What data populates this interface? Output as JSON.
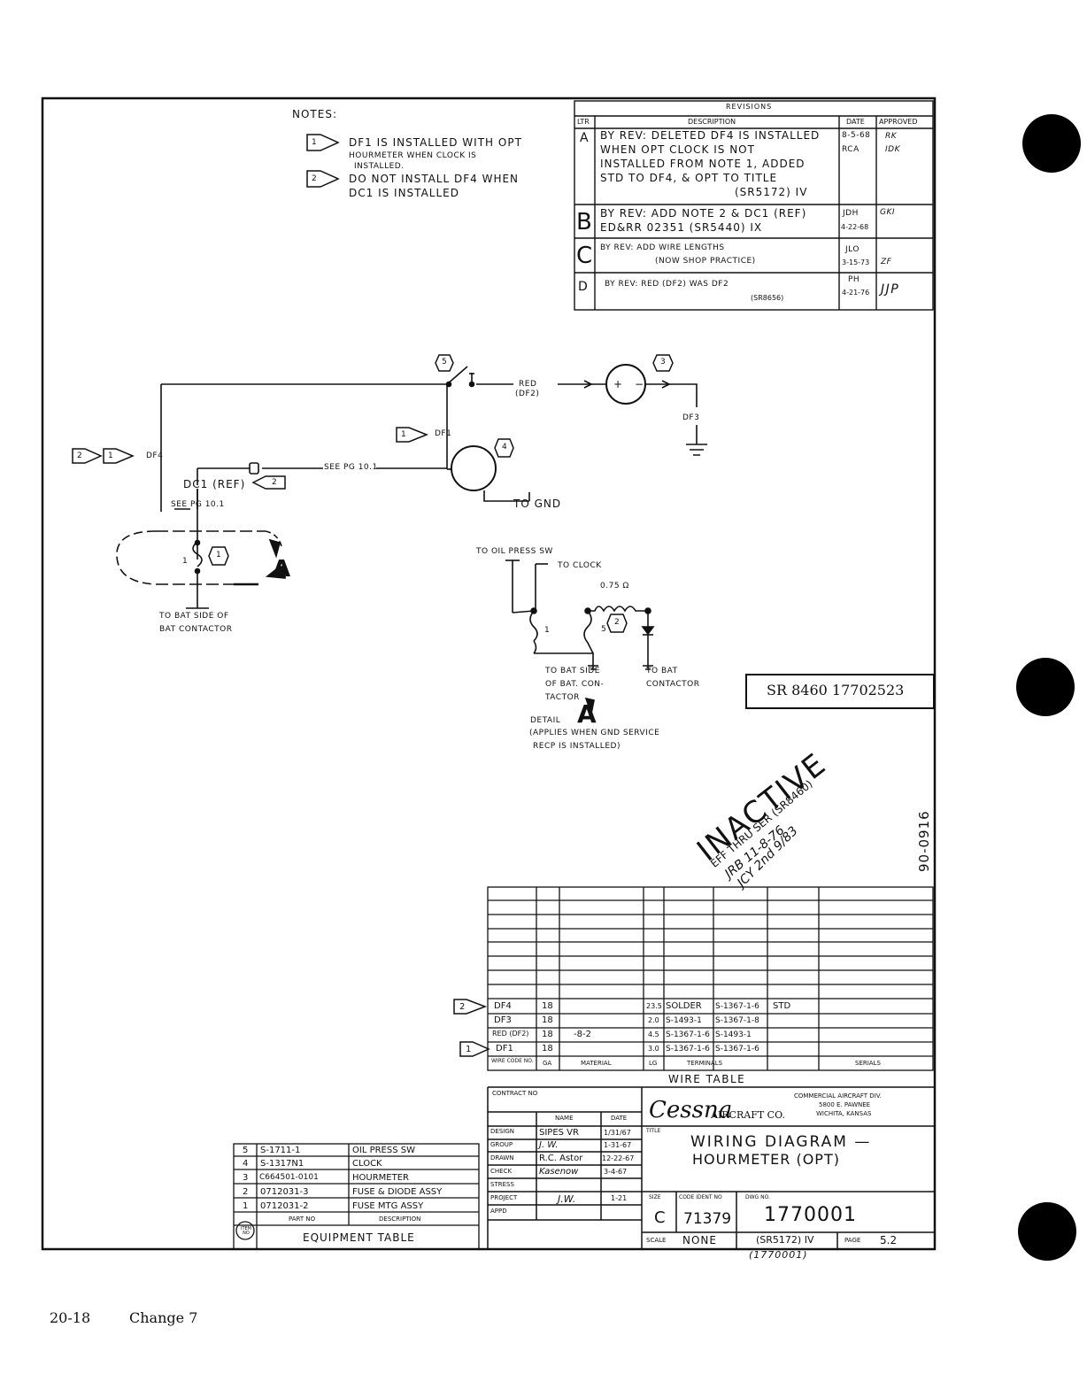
{
  "notes": {
    "heading": "NOTES:",
    "note1_marker": "1",
    "note1": [
      "DF1 IS INSTALLED WITH OPT",
      "HOURMETER WHEN CLOCK IS",
      "INSTALLED."
    ],
    "note2_marker": "2",
    "note2": [
      "DO NOT INSTALL DF4 WHEN",
      "DC1 IS INSTALLED"
    ]
  },
  "revisions": {
    "title": "REVISIONS",
    "headers": [
      "LTR",
      "DESCRIPTION",
      "DATE",
      "APPROVED"
    ],
    "rows": [
      {
        "ltr": "A",
        "desc": [
          "BY REV: DELETED DF4 IS INSTALLED",
          "WHEN OPT CLOCK IS NOT",
          "INSTALLED FROM NOTE 1, ADDED",
          "STD TO DF4, & OPT TO TITLE",
          "(SR5172) IV"
        ],
        "date": [
          "8-5-68",
          "RCA"
        ],
        "approved": [
          "RK",
          "IDK"
        ]
      },
      {
        "ltr": "B",
        "desc": [
          "BY REV: ADD NOTE 2 & DC1 (REF)",
          "ED&RR 02351  (SR5440) IX"
        ],
        "date": [
          "JDH",
          "4-22-68"
        ],
        "approved": [
          "GKI"
        ]
      },
      {
        "ltr": "C",
        "desc": [
          "BY REV: ADD WIRE LENGTHS",
          "(NOW SHOP PRACTICE)"
        ],
        "date": [
          "JLO",
          "3-15-73"
        ],
        "approved": [
          "ZF"
        ]
      },
      {
        "ltr": "D",
        "desc": [
          "BY REV: RED (DF2) WAS DF2",
          "(SR8656)"
        ],
        "date": [
          "PH",
          "4-21-76"
        ],
        "approved": [
          "JJP"
        ]
      }
    ]
  },
  "schematic": {
    "item5": "5",
    "item3": "3",
    "item4": "4",
    "item1": "1",
    "item2": "2",
    "red_label": "RED",
    "df2_label": "(DF2)",
    "df3_label": "DF3",
    "df1_label": "DF1",
    "df4_label": "DF4",
    "dc1_label": "DC1 (REF)",
    "see_pg_1": "SEE PG 10.1",
    "see_pg_2": "SEE PG 10.1",
    "to_gnd": "TO GND",
    "bat_side": [
      "TO BAT SIDE OF",
      "BAT CONTACTOR"
    ],
    "detail_ref": "A",
    "to_oil_press": "TO OIL PRESS SW",
    "to_clock": "TO CLOCK",
    "resistance": "0.75 Ω",
    "detail_bat_side": [
      "TO BAT SIDE",
      "OF BAT. CON-",
      "TACTOR"
    ],
    "detail_to_bat": [
      "TO BAT",
      "CONTACTOR"
    ],
    "detail_title": "DETAIL",
    "detail_letter": "A",
    "detail_note": [
      "(APPLIES WHEN GND SERVICE",
      "RECP IS INSTALLED)"
    ],
    "pin1": "1",
    "pin5": "5",
    "plus": "+",
    "minus": "−"
  },
  "sr_box": "SR 8460 17702523",
  "stamp": {
    "word": "INACTIVE",
    "line1": "EFF THRU SER (SR8460)",
    "line2": "JRB 11-8-76",
    "line3": "JCY 2nd 9/83"
  },
  "side_number": "90-0916",
  "wire_table": {
    "title": "WIRE TABLE",
    "headers": [
      "WIRE CODE NO.",
      "GA",
      "MATERIAL",
      "LG",
      "TERMINALS",
      "",
      "SERIALS"
    ],
    "rows": [
      {
        "marker": "2",
        "code": "DF4",
        "ga": "18",
        "material": "",
        "lg": "23.5",
        "term1": "SOLDER",
        "term2": "S-1367-1-6",
        "serials": "STD"
      },
      {
        "marker": "",
        "code": "DF3",
        "ga": "18",
        "material": "",
        "lg": "2.0",
        "term1": "S-1493-1",
        "term2": "S-1367-1-8",
        "serials": ""
      },
      {
        "marker": "",
        "code": "RED (DF2)",
        "ga": "18",
        "material": "-8-2",
        "lg": "4.5",
        "term1": "S-1367-1-6",
        "term2": "S-1493-1",
        "serials": ""
      },
      {
        "marker": "1",
        "code": "DF1",
        "ga": "18",
        "material": "",
        "lg": "3.0",
        "term1": "S-1367-1-6",
        "term2": "S-1367-1-6",
        "serials": ""
      }
    ]
  },
  "title_block": {
    "contract": "CONTRACT NO",
    "name_h": "NAME",
    "date_h": "DATE",
    "rows": [
      {
        "role": "DESIGN",
        "name": "SIPES VR",
        "date": "1/31/67"
      },
      {
        "role": "GROUP",
        "name": "J. W.",
        "date": "1-31-67"
      },
      {
        "role": "DRAWN",
        "name": "R.C. Astor",
        "date": "12-22-67"
      },
      {
        "role": "CHECK",
        "name": "Kasenow",
        "date": "3-4-67"
      },
      {
        "role": "STRESS",
        "name": "",
        "date": ""
      },
      {
        "role": "PROJECT",
        "name": "J.W.",
        "date": "1-21"
      },
      {
        "role": "APPD",
        "name": "",
        "date": ""
      }
    ],
    "company_logo": "Cessna",
    "company_suffix": "AIRCRAFT CO.",
    "division": [
      "COMMERCIAL AIRCRAFT DIV.",
      "5800 E. PAWNEE",
      "WICHITA, KANSAS"
    ],
    "title_label": "TITLE",
    "title1": "WIRING DIAGRAM —",
    "title2": "HOURMETER (OPT)",
    "size_label": "SIZE",
    "size": "C",
    "code_label": "CODE IDENT NO",
    "code": "71379",
    "dwg_label": "DWG NO.",
    "dwg": "1770001",
    "scale_label": "SCALE",
    "scale": "NONE",
    "sr": "(SR5172) IV",
    "page_label": "PAGE",
    "page": "5.2",
    "below": "(1770001)"
  },
  "equipment_table": {
    "title": "EQUIPMENT TABLE",
    "headers": [
      "ITEM NO",
      "PART NO",
      "DESCRIPTION"
    ],
    "rows": [
      {
        "item": "5",
        "part": "S-1711-1",
        "desc": "OIL PRESS SW"
      },
      {
        "item": "4",
        "part": "S-1317N1",
        "desc": "CLOCK"
      },
      {
        "item": "3",
        "part": "C664501-0101",
        "desc": "HOURMETER"
      },
      {
        "item": "2",
        "part": "0712031-3",
        "desc": "FUSE & DIODE ASSY"
      },
      {
        "item": "1",
        "part": "0712031-2",
        "desc": "FUSE MTG ASSY"
      }
    ]
  },
  "footer": {
    "page": "20-18",
    "change": "Change 7"
  }
}
